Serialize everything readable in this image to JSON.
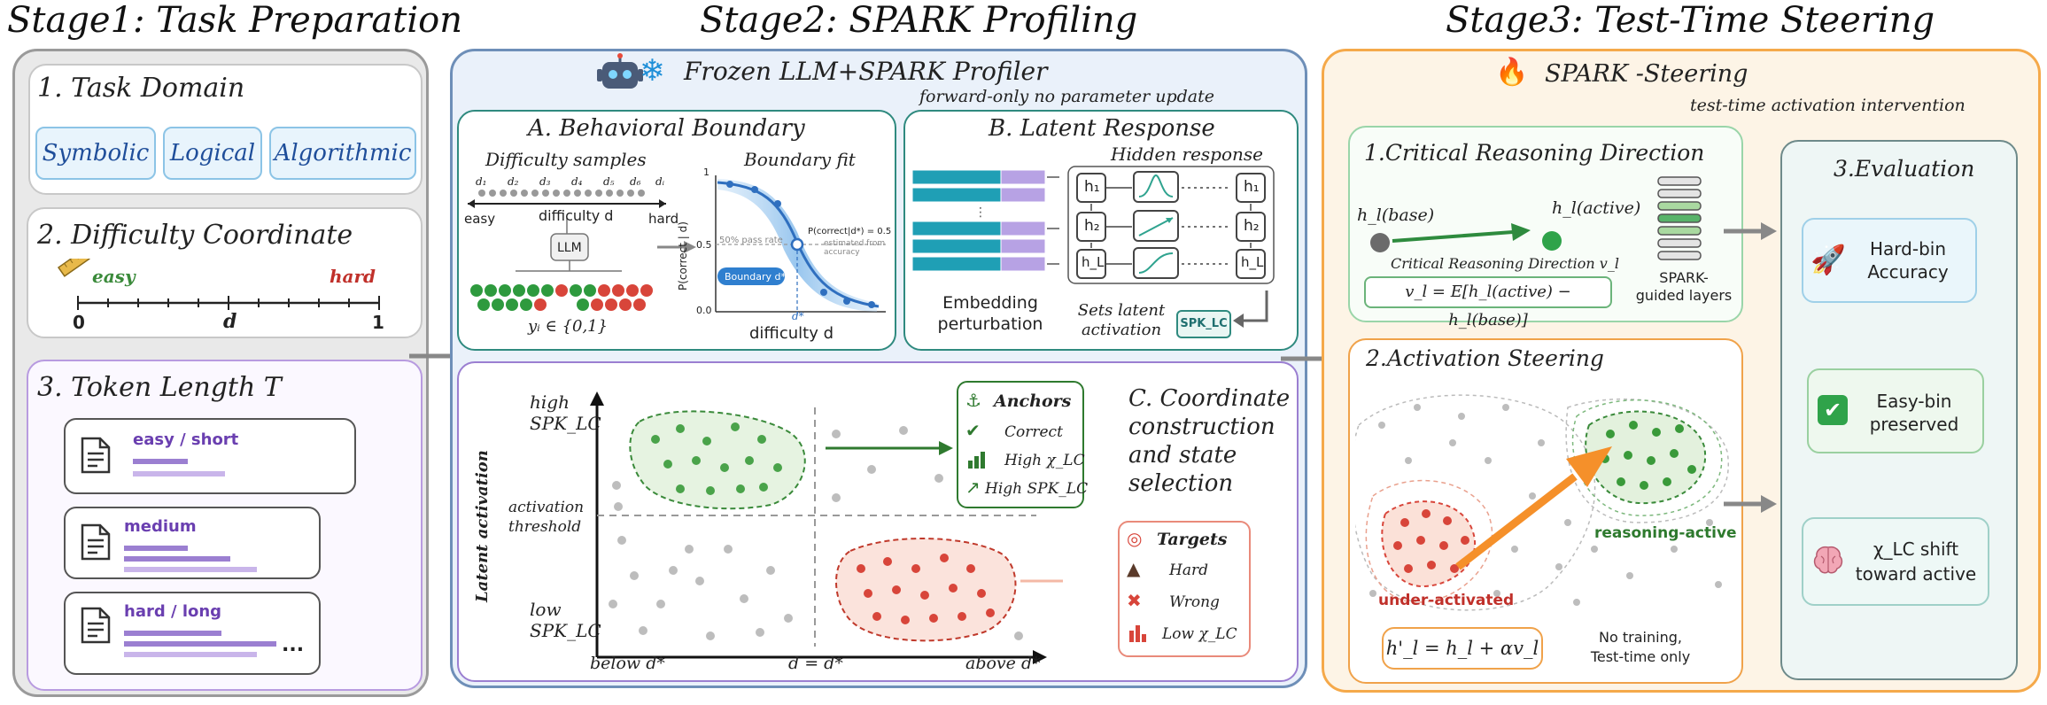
{
  "stage1": {
    "title": "Stage1: Task Preparation",
    "task_domain": {
      "title": "1. Task Domain",
      "chips": [
        "Symbolic",
        "Logical",
        "Algorithmic"
      ]
    },
    "difficulty": {
      "title": "2. Difficulty Coordinate",
      "easy": "easy",
      "hard": "hard",
      "zero": "0",
      "d": "d",
      "one": "1"
    },
    "token_length": {
      "title": "3. Token Length T",
      "items": [
        "easy / short",
        "medium",
        "hard / long"
      ]
    }
  },
  "stage2": {
    "title": "Stage2: SPARK Profiling",
    "header": "Frozen LLM+SPARK Profiler",
    "subheader": "forward-only no parameter update",
    "boundary": {
      "title": "A. Behavioral Boundary",
      "samples_label": "Difficulty samples",
      "fit_label": "Boundary fit",
      "easy": "easy",
      "hard": "hard",
      "difficulty_d": "difficulty d",
      "llm": "LLM",
      "yi": "yᵢ ∈ {0,1}",
      "pcorrect_eq": "P(correct|d*) = 0.5",
      "pass_rate": "50% pass rate",
      "estimated": "estimated from accuracy",
      "boundary_tag": "Boundary d*",
      "y_axis": "P(correct | d)",
      "x_axis": "difficulty d",
      "dstar": "d*",
      "tick_1": "1",
      "tick_05": "0.5",
      "tick_0": "0.0",
      "d_ticks": [
        "d₁",
        "d₂",
        "d₃",
        "d₄",
        "d₅",
        "d₆",
        "dᵢ"
      ]
    },
    "latent": {
      "title": "B. Latent Response",
      "hidden_label": "Hidden response",
      "h_labels": [
        "h₁",
        "h₂",
        "h_L"
      ],
      "embedding": "Embedding perturbation",
      "sets_latent": "Sets latent activation",
      "spk": "SPK_LC"
    },
    "coord": {
      "title": "C. Coordinate construction and state selection",
      "high_spk": "high SPK_LC",
      "low_spk": "low SPK_LC",
      "threshold": "activation threshold",
      "y_axis": "Latent activation",
      "below": "below d*",
      "mid": "d = d*",
      "above": "above d*",
      "anchors": {
        "title": "Anchors",
        "items": [
          "Correct",
          "High χ_LC",
          "High SPK_LC"
        ]
      },
      "targets": {
        "title": "Targets",
        "items": [
          "Hard",
          "Wrong",
          "Low χ_LC"
        ]
      }
    }
  },
  "stage3": {
    "title": "Stage3: Test-Time Steering",
    "header": "SPARK -Steering",
    "subheader": "test-time activation intervention",
    "critical": {
      "title": "1.Critical Reasoning Direction",
      "h_base": "h_l(base)",
      "h_active": "h_l(active)",
      "direction": "Critical Reasoning Direction v_l",
      "formula": "v_l = E[h_l(active) − h_l(base)]",
      "layers": "SPARK-guided layers"
    },
    "steering": {
      "title": "2.Activation Steering",
      "active": "reasoning-active",
      "under": "under-activated",
      "formula": "h'_l = h_l + αv_l",
      "note_1": "No training,",
      "note_2": "Test-time only"
    },
    "evaluation": {
      "title": "3.Evaluation",
      "cards": [
        "Hard-bin Accuracy",
        "Easy-bin preserved",
        "χ_LC shift toward active"
      ]
    }
  },
  "colors": {
    "green": "#3a9a3a",
    "red": "#d23a2a",
    "orange": "#f5902a",
    "blue": "#4a7fbf",
    "purple": "#9b7fd1",
    "teal": "#2f8a7f"
  }
}
